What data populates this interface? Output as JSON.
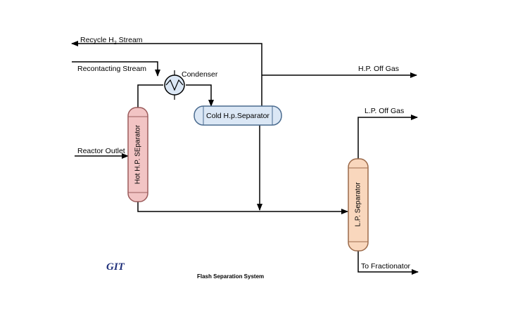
{
  "labels": {
    "recycle_prefix": "Recycle H",
    "recycle_sub": "2",
    "recycle_suffix": " Stream",
    "recontacting": "Recontacting Stream",
    "condenser": "Condenser",
    "hp_off_gas": "H.P. Off Gas",
    "cold_hp_separator": "Cold H.p.Separator",
    "lp_off_gas": "L.P. Off Gas",
    "reactor_outlet": "Reactor Outlet",
    "hot_hp_separator": "Hot H.P. SEparator",
    "lp_separator": "L.P. Separator",
    "to_fractionator": "To Fractionator",
    "git": "GIT",
    "caption": "Flash Separation System"
  },
  "colors": {
    "hot_separator_fill": "#f2c4c4",
    "hot_separator_stroke": "#9b5b5b",
    "cold_separator_fill": "#dbe7f5",
    "cold_separator_stroke": "#4a6b8f",
    "lp_separator_fill": "#f9d7bd",
    "lp_separator_stroke": "#9b6a4a",
    "condenser_fill": "#dbe7f5",
    "git_text": "#1f2f7a"
  }
}
